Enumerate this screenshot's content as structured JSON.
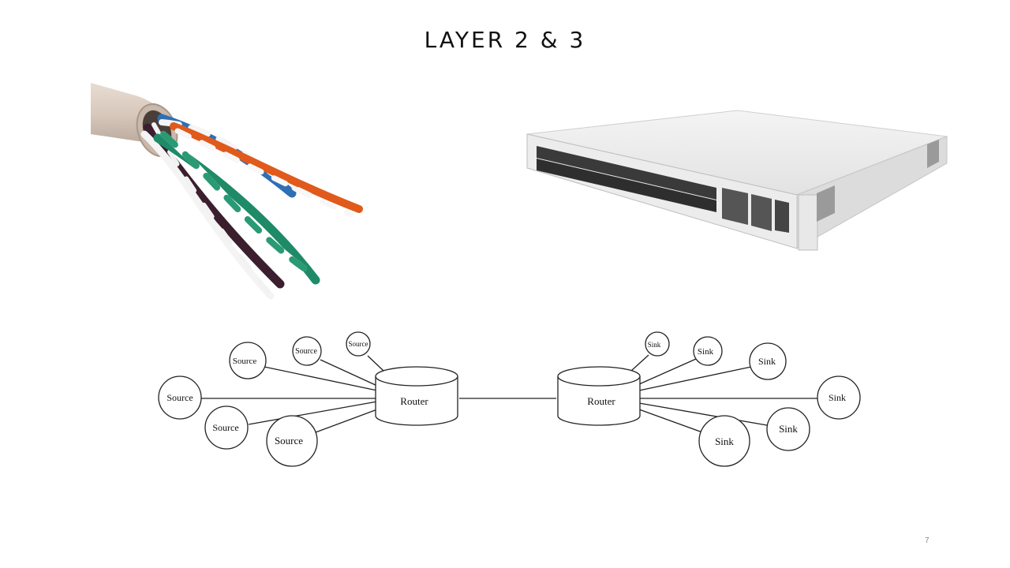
{
  "slide": {
    "title": "LAYER 2 & 3",
    "page_number": "7"
  },
  "images": {
    "cable": "ethernet-twisted-pair-cable",
    "switch": "rack-mount-network-switch"
  },
  "diagram": {
    "routers": [
      {
        "label": "Router"
      },
      {
        "label": "Router"
      }
    ],
    "sources": [
      {
        "label": "Source"
      },
      {
        "label": "Source"
      },
      {
        "label": "Source"
      },
      {
        "label": "Source"
      },
      {
        "label": "Source"
      },
      {
        "label": "Source"
      }
    ],
    "sinks": [
      {
        "label": "Sink"
      },
      {
        "label": "Sink"
      },
      {
        "label": "Sink"
      },
      {
        "label": "Sink"
      },
      {
        "label": "Sink"
      },
      {
        "label": "Sink"
      }
    ]
  }
}
